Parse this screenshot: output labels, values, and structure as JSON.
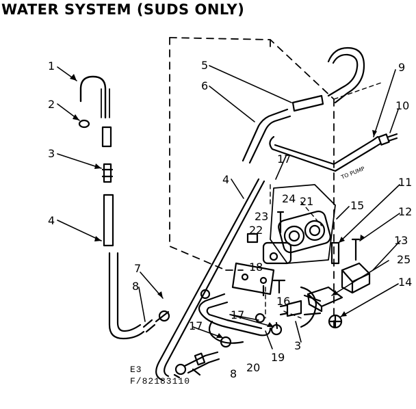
{
  "title": "WATER SYSTEM   (SUDS ONLY)",
  "to_pump_label": "TO PUMP",
  "doc_code": "E3",
  "figure_code": "F/82183110",
  "callouts": [
    "1",
    "2",
    "3",
    "4",
    "5",
    "6",
    "7",
    "8",
    "9",
    "10",
    "11",
    "12",
    "13",
    "14",
    "15",
    "16",
    "17",
    "18",
    "19",
    "20",
    "21",
    "22",
    "23",
    "24",
    "25"
  ]
}
